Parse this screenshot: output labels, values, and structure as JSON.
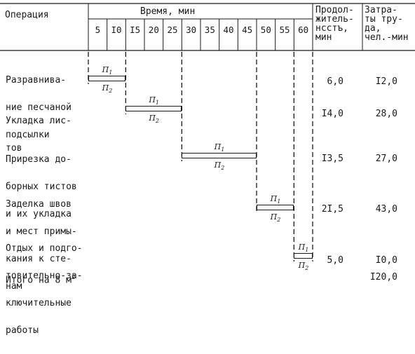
{
  "header": {
    "operation": "Операция",
    "time": "Время,  мин",
    "duration": [
      "Продол-",
      "житель-",
      "нсстъ,",
      "мин"
    ],
    "labor": [
      "Затра-",
      "ты тру-",
      "да,",
      "чел.-мин"
    ]
  },
  "time_ticks": [
    "5",
    "I0",
    "I5",
    "20",
    "25",
    "30",
    "35",
    "40",
    "45",
    "50",
    "55",
    "60"
  ],
  "rows": [
    {
      "lines": [
        "Разравнива-",
        "ние песчаной",
        "подсылки"
      ],
      "duration": "6,0",
      "labor": "I2,0",
      "start_min": 0,
      "end_min": 10
    },
    {
      "lines": [
        "Укладка лис-",
        "тов"
      ],
      "duration": "I4,0",
      "labor": "28,0",
      "start_min": 10,
      "end_min": 25
    },
    {
      "lines": [
        "Прирезка до-",
        "борных тистов",
        "и их укладка"
      ],
      "duration": "I3,5",
      "labor": "27,0",
      "start_min": 25,
      "end_min": 45
    },
    {
      "lines": [
        "Заделка швов",
        "и мест примы-",
        "кания к сте-",
        "нам"
      ],
      "duration": "2I,5",
      "labor": "43,0",
      "start_min": 45,
      "end_min": 55
    },
    {
      "lines": [
        "Отдых и подго-",
        "товительно-за-",
        "ключительные",
        "работы"
      ],
      "duration": "5,0",
      "labor": "I0,0",
      "start_min": 55,
      "end_min": 60
    }
  ],
  "bar_labels": {
    "top_letter": "П",
    "top_index": "1",
    "bottom_letter": "П",
    "bottom_index": "2"
  },
  "total": {
    "label": "Итого на 8 м",
    "superscript": "2",
    "labor": "I20,0"
  }
}
